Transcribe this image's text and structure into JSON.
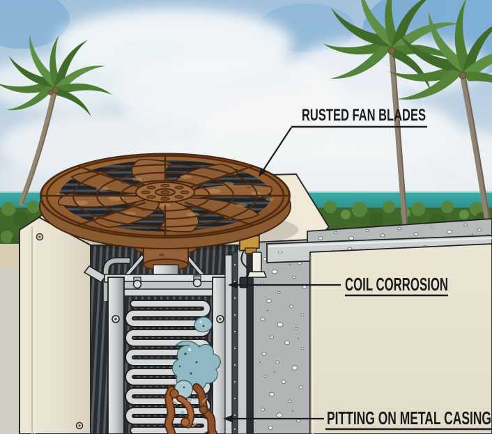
{
  "figure": {
    "callouts": [
      {
        "id": "rusted-fan-blades",
        "label": "RUSTED FAN BLADES"
      },
      {
        "id": "coil-corrosion",
        "label": "COIL CORROSION"
      },
      {
        "id": "pitting-on-metal-casing",
        "label": "PITTING ON METAL CASING"
      }
    ],
    "colors": {
      "label_text": "#1b1b1b",
      "leader_line": "#1b1b1b",
      "rust": "#9a6336",
      "rust_dark": "#5a3313",
      "corrosion_teal": "#9cc0ca",
      "cabinet_beige": "#e9e2d0",
      "metal_gray": "#b4b7b8",
      "fin_dark": "#2a2e31",
      "ocean_teal": "#31a09c",
      "hedge_green": "#4c7a31",
      "sky_blue": "#aac6dd",
      "sand": "#d9ccb2"
    }
  }
}
